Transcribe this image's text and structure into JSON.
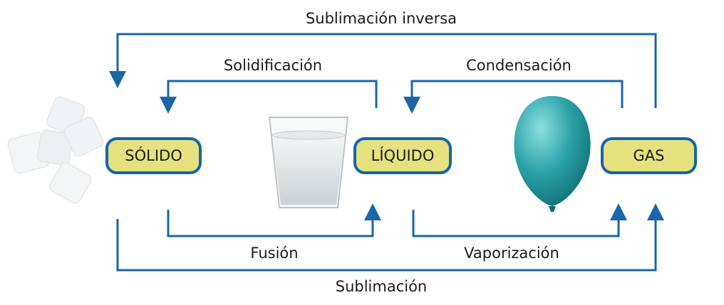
{
  "states": {
    "solid": "SÓLIDO",
    "liquid": "LÍQUIDO",
    "gas": "GAS"
  },
  "processes": {
    "reverse_sublimation": "Sublimación inversa",
    "solidification": "Solidificación",
    "condensation": "Condensación",
    "fusion": "Fusión",
    "vaporization": "Vaporización",
    "sublimation": "Sublimación"
  },
  "colors": {
    "arrow": "#1a66a8",
    "box_fill": "#e6e17f",
    "box_border": "#1565a8",
    "balloon": "#2aa3a8"
  }
}
